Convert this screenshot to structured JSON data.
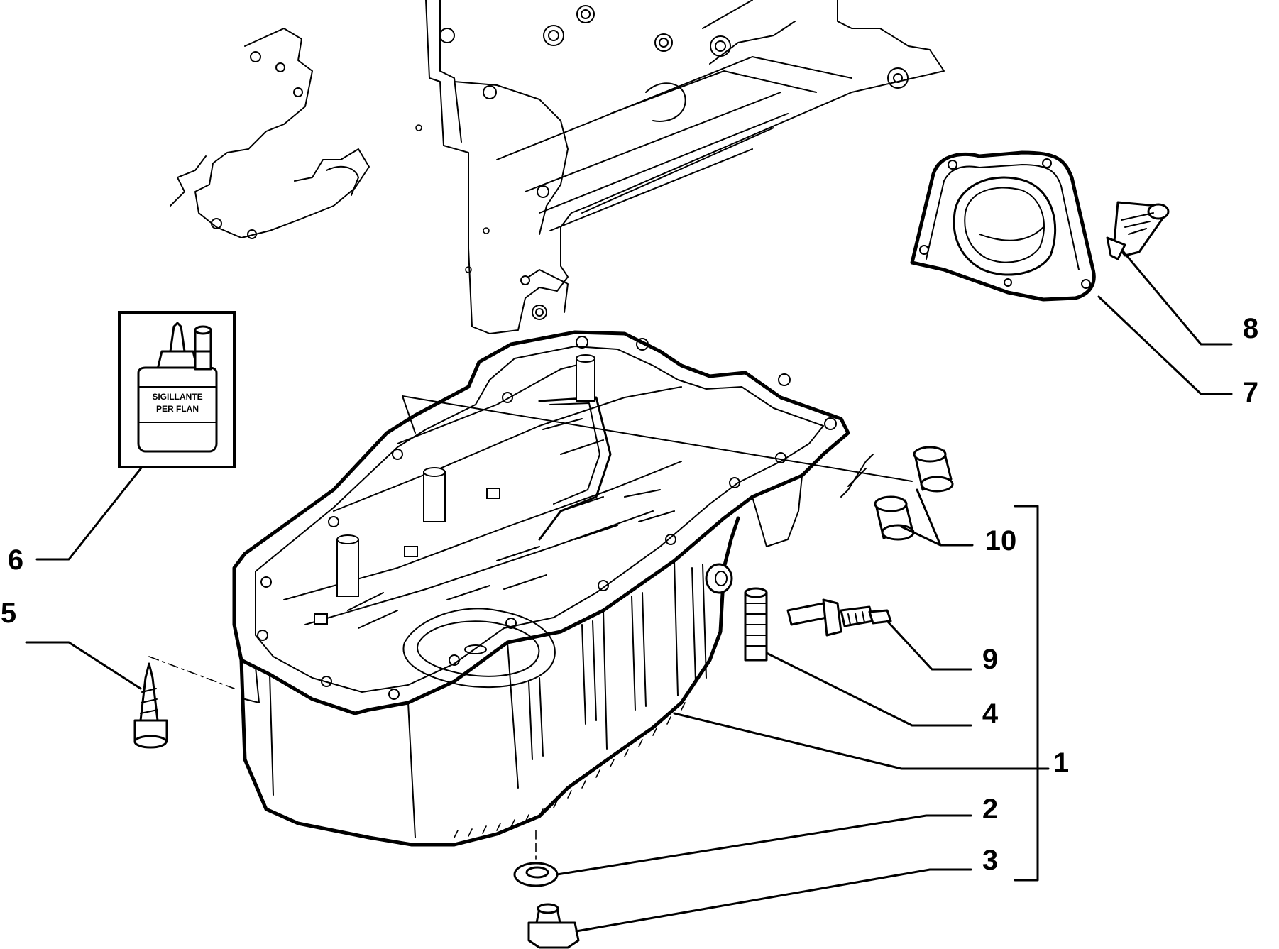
{
  "callouts": {
    "c1": "1",
    "c2": "2",
    "c3": "3",
    "c4": "4",
    "c5": "5",
    "c6": "6",
    "c7": "7",
    "c8": "8",
    "c9": "9",
    "c10": "10"
  },
  "sealant_label": {
    "line1": "SIGILLANTE",
    "line2": "PER FLAN"
  }
}
